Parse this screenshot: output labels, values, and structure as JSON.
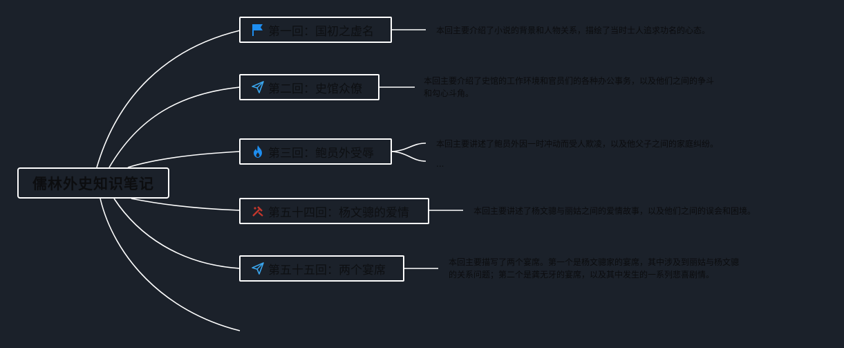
{
  "root": {
    "title": "儒林外史知识笔记"
  },
  "chapters": [
    {
      "title": "第一回：国初之虚名",
      "icon": "flag-icon",
      "icon_color": "#1e8ef0",
      "notes": [
        "本回主要介绍了小说的背景和人物关系，描绘了当时士人追求功名的心态。"
      ]
    },
    {
      "title": "第二回：史馆众僚",
      "icon": "paper-plane-icon",
      "icon_color": "#3aa6ee",
      "notes": [
        "本回主要介绍了史馆的工作环境和官员们的各种办公事务，以及他们之间的争斗",
        "和勾心斗角。"
      ]
    },
    {
      "title": "第三回：鲍员外受辱",
      "icon": "flame-icon",
      "icon_color": "#1e8ef0",
      "notes": [
        "本回主要讲述了鲍员外因一时冲动而受人欺凌，以及他父子之间的家庭纠纷。",
        "..."
      ]
    },
    {
      "title": "第五十四回：杨文骢的爱情",
      "icon": "crossed-tools-icon",
      "icon_color": "#c4372c",
      "notes": [
        "本回主要讲述了杨文骢与丽姑之间的爱情故事，以及他们之间的误会和困境。"
      ]
    },
    {
      "title": "第五十五回：两个宴席",
      "icon": "paper-plane-icon",
      "icon_color": "#3aa6ee",
      "notes": [
        "本回主要描写了两个宴席。第一个是杨文骢家的宴席，其中涉及到丽姑与杨文骢",
        "的关系问题；第二个是龚无牙的宴席，以及其中发生的一系列悲喜剧情。"
      ]
    }
  ],
  "colors": {
    "background": "#1b212a",
    "line": "#ffffff"
  }
}
